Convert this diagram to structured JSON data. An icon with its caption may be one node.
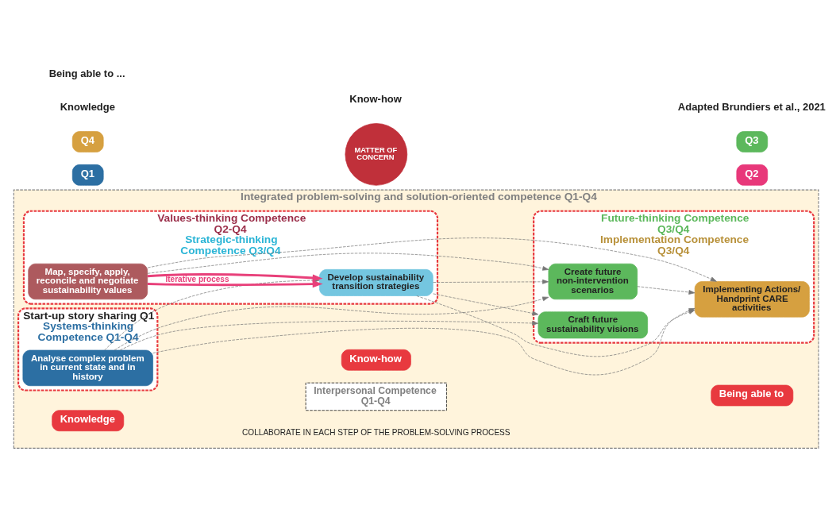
{
  "diagram": {
    "nodes": [
      {
        "text": [
          "Integrated problem-solving and solution-oriented competence Q1-Q4"
        ]
      },
      {
        "text": [
          "Start-up story sharing Q1",
          "Systems-thinking Competence Q1-Q4"
        ],
        "in": 0
      },
      {
        "text": [
          "Analyse complex problem in current state and in history"
        ],
        "in": 1
      },
      {
        "text": [
          "Knowledge"
        ],
        "in": 0
      },
      {
        "text": [
          "Values-thinking Competence Q2-Q4",
          "Strategic-thinking Competence Q3/Q4"
        ],
        "in": 0
      },
      {
        "text": [
          "Map, specify, apply, reconcile and negotiate sustainability values"
        ],
        "in": 4
      },
      {
        "text": [
          "Develop sustainability transition strategies"
        ],
        "in": 4
      },
      {
        "text": [
          "Know-how"
        ],
        "in": 0
      },
      {
        "text": [
          "Future-thinking Competence Q3/Q4",
          "Implementation Competence Q3/Q4"
        ],
        "in": 0
      },
      {
        "text": [
          "Create future non-intervention scenarios"
        ],
        "in": 8
      },
      {
        "text": [
          "Craft future sustainability visions"
        ],
        "in": 8
      },
      {
        "text": [
          "Implementing Actions/ Handprint CARE activities"
        ],
        "in": 8
      },
      {
        "text": [
          "Being able to"
        ],
        "in": 0
      },
      {
        "text": [
          "Interpersonal Competence Q1-Q4"
        ],
        "in": 0
      },
      {
        "text": [
          "Q1"
        ]
      },
      {
        "text": [
          "Q2"
        ]
      },
      {
        "text": [
          "Q4"
        ]
      },
      {
        "text": [
          "Q3"
        ]
      },
      {
        "text": [
          "MATTER OF CONCERN"
        ]
      }
    ],
    "edges": [
      {
        "from": 2,
        "to": 9,
        "arrow": "to",
        "style": "dashed"
      },
      {
        "from": 2,
        "to": 10,
        "arrow": "to",
        "style": "dashed"
      },
      {
        "from": 2,
        "to": 6,
        "arrow": "to",
        "style": "dashed"
      },
      {
        "from": 2,
        "to": 11,
        "arrow": "to",
        "style": "dashed"
      },
      {
        "from": 5,
        "to": 9,
        "arrow": "to",
        "style": "dashed"
      },
      {
        "from": 5,
        "to": 11,
        "arrow": "to",
        "style": "dashed"
      },
      {
        "from": 6,
        "to": 9,
        "arrow": "to",
        "style": "dashed"
      },
      {
        "from": 6,
        "to": 10,
        "arrow": "to",
        "style": "dashed"
      },
      {
        "from": 6,
        "to": 11,
        "arrow": "to",
        "style": "dashed"
      },
      {
        "from": 9,
        "to": 11,
        "arrow": "to",
        "style": "dashed"
      },
      {
        "from": 5,
        "to": 6,
        "arrow": "to",
        "label": "Iterative process",
        "style": "thick",
        "color": "#e8407a"
      },
      {
        "from": 5,
        "to": 6,
        "arrow": "to",
        "style": "thick",
        "color": "#e8407a"
      }
    ],
    "labels": [
      "COLLABORATE IN EACH STEP OF THE PROBLEM-SOLVING PROCESS",
      "Knowledge",
      "Know-how",
      "Being able to ...",
      "Adapted Brundiers et al., 2021"
    ]
  }
}
